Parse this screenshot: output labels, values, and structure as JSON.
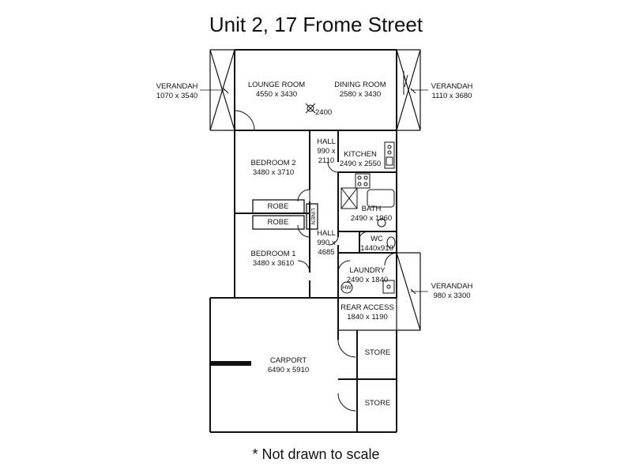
{
  "title": "Unit 2, 17 Frome Street",
  "footnote": "* Not drawn to scale",
  "rooms": {
    "lounge": {
      "name": "LOUNGE ROOM",
      "dims": "4550 x 3430"
    },
    "dining": {
      "name": "DINING ROOM",
      "dims": "2580 x 3430"
    },
    "ceiling_note": "2400",
    "verandah_left": {
      "name": "VERANDAH",
      "dims": "1070 x 3540"
    },
    "verandah_right_top": {
      "name": "VERANDAH",
      "dims": "1110 x 3680"
    },
    "verandah_right_bottom": {
      "name": "VERANDAH",
      "dims": "980 x 3300"
    },
    "hall_top": {
      "name": "HALL",
      "dims1": "990 x",
      "dims2": "2110"
    },
    "kitchen": {
      "name": "KITCHEN",
      "dims": "2490 x 2550"
    },
    "bedroom2": {
      "name": "BEDROOM 2",
      "dims": "3480 x 3710"
    },
    "robe1": "ROBE",
    "robe2": "ROBE",
    "linen": "LINEN",
    "bath": {
      "name": "BATH",
      "dims": "2490 x 1960"
    },
    "hall_bottom": {
      "name": "HALL",
      "dims1": "990 x",
      "dims2": "4685"
    },
    "wc": {
      "name": "WC",
      "dims": "1440x910"
    },
    "bedroom1": {
      "name": "BEDROOM 1",
      "dims": "3480 x 3610"
    },
    "laundry": {
      "name": "LAUNDRY",
      "dims": "2490 x 1840"
    },
    "hw": "HW",
    "rear_access": {
      "name": "REAR ACCESS",
      "dims": "1840 x 1190"
    },
    "carport": {
      "name": "CARPORT",
      "dims": "6490 x 5910"
    },
    "store1": "STORE",
    "store2": "STORE"
  }
}
